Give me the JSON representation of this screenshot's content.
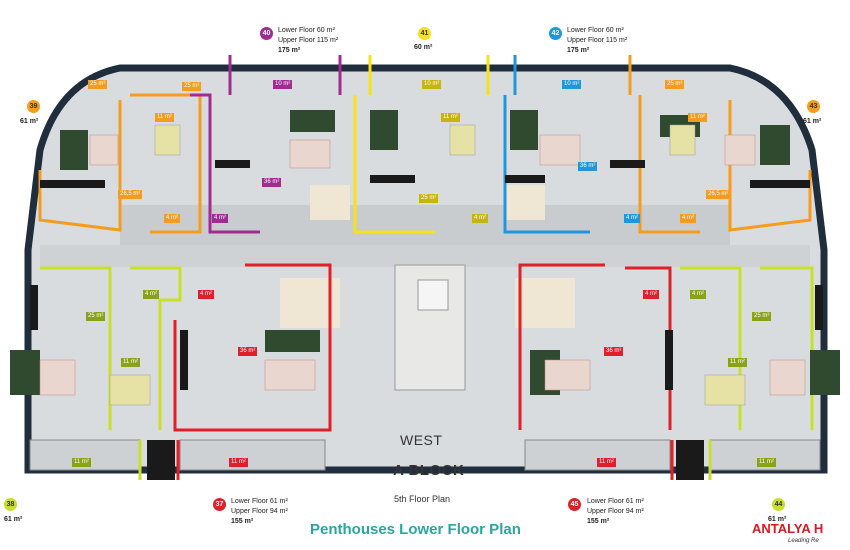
{
  "units": [
    {
      "number": "40",
      "lower": "Lower Floor 60 m²",
      "upper": "Upper Floor 115 m²",
      "total": "175 m²",
      "color": "#a02b93"
    },
    {
      "number": "41",
      "total": "60 m²",
      "color": "#f6e21a"
    },
    {
      "number": "42",
      "lower": "Lower Floor 60 m²",
      "upper": "Upper Floor 115 m²",
      "total": "175 m²",
      "color": "#2196d8"
    },
    {
      "number": "39",
      "total": "61 m²",
      "color": "#f39c1f"
    },
    {
      "number": "43",
      "total": "61 m²",
      "color": "#f39c1f"
    },
    {
      "number": "38",
      "total": "61 m²",
      "color": "#c8e02a"
    },
    {
      "number": "37",
      "lower": "Lower Floor 61 m²",
      "upper": "Upper Floor 94 m²",
      "total": "155 m²",
      "color": "#e02028"
    },
    {
      "number": "45",
      "lower": "Lower Floor 61 m²",
      "upper": "Upper Floor 94 m²",
      "total": "155 m²",
      "color": "#e02028"
    },
    {
      "number": "44",
      "total": "61 m²",
      "color": "#c8e02a"
    }
  ],
  "room_areas": {
    "top_left_terrace": "25 m²",
    "top_left_room": "11 m²",
    "top_left_living": "26,5 m²",
    "top_left_bath": "4 m²",
    "u40_terrace": "10 m²",
    "u40_living": "36 m²",
    "u40_bath": "4 m²",
    "u41_terrace": "10 m²",
    "u41_room": "11 m²",
    "u41_living": "25 m²",
    "u41_bath": "4 m²",
    "u42_terrace": "10 m²",
    "u42_living": "36 m²",
    "u42_bath": "4 m²",
    "top_right_terrace": "25 m²",
    "top_right_room": "11 m²",
    "top_right_living": "26,5 m²",
    "top_right_bath": "4 m²",
    "bl_bath": "4 m²",
    "bl_living": "25 m²",
    "bl_room": "11 m²",
    "bl_terrace": "11 m²",
    "u37_bath": "4 m²",
    "u37_living": "36 m²",
    "u37_terrace": "11 m²",
    "u45_living": "36 m²",
    "u45_bath": "4 m²",
    "u45_terrace": "11 m²",
    "br_bath": "4 m²",
    "br_living": "25 m²",
    "br_room": "11 m²",
    "br_terrace": "11 m²"
  },
  "block_side": "WEST",
  "block_name": "A BLOCK",
  "floor_label": "5th Floor Plan",
  "title": "Penthouses Lower Floor Plan",
  "brand": "ANTALYA H",
  "brand_tagline": "Leading Re"
}
